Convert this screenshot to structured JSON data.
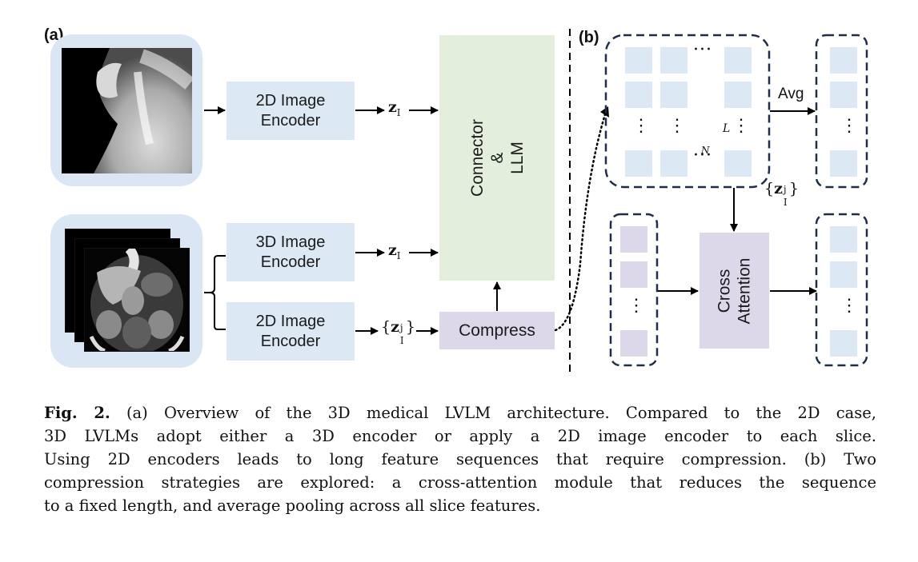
{
  "figure": {
    "panel_a_label": "(a)",
    "panel_b_label": "(b)",
    "panel_a": {
      "input_2d": {
        "name": "x-ray image",
        "description": "lateral neck X-ray"
      },
      "input_3d": {
        "name": "CT slices",
        "description": "stacked coronal abdominal CT slices"
      },
      "encoder_2d_top": {
        "line1": "2D Image",
        "line2": "Encoder"
      },
      "encoder_3d": {
        "line1": "3D Image",
        "line2": "Encoder"
      },
      "encoder_2d_bottom": {
        "line1": "2D Image",
        "line2": "Encoder"
      },
      "feature_top": {
        "symbol": "z",
        "sub": "I"
      },
      "feature_mid": {
        "symbol": "z",
        "sub": "I"
      },
      "feature_bottom": {
        "open": "{",
        "symbol": "z",
        "sub": "I",
        "sup": "j",
        "close": "}"
      },
      "connector_llm": {
        "line1": "Connector",
        "line2": "&",
        "line3": "LLM"
      },
      "compress": "Compress"
    },
    "panel_b": {
      "grid_dots_h": "···",
      "grid_dots_v": "⋮",
      "grid_label_L": "L",
      "grid_label_N": "N",
      "grid_feature": {
        "open": "{",
        "symbol": "z",
        "sub": "I",
        "sup": "j",
        "close": "}"
      },
      "avg_label": "Avg",
      "cross_attention": {
        "line1": "Cross",
        "line2": "Attention"
      },
      "column_dots": "⋮"
    },
    "colors": {
      "encoder_fill": "#dce8f4",
      "llm_fill": "#e3efdc",
      "compress_fill": "#dcd8ea",
      "token_blue": "#dce8f4",
      "token_purple": "#dcd8ea",
      "dashed_border": "#1f2d4a"
    }
  },
  "caption": {
    "fig_label": "Fig. 2.",
    "lines": [
      " (a) Overview of the 3D medical LVLM architecture. Compared to the 2D case,",
      "3D LVLMs adopt either a 3D encoder or apply a 2D image encoder to each slice.",
      "Using 2D encoders leads to long feature sequences that require compression. (b) Two",
      "compression strategies are explored: a cross-attention module that reduces the sequence",
      "to a fixed length, and average pooling across all slice features."
    ]
  }
}
